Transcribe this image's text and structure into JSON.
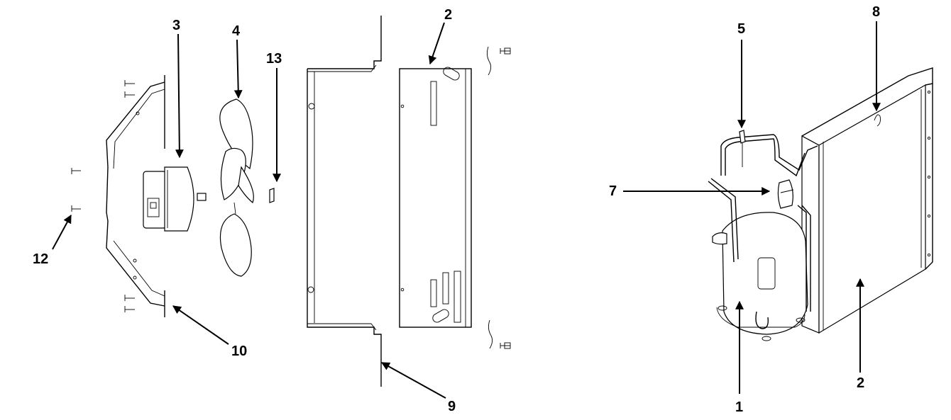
{
  "callouts": [
    {
      "id": "c1",
      "label": "1"
    },
    {
      "id": "c2a",
      "label": "2"
    },
    {
      "id": "c2b",
      "label": "2"
    },
    {
      "id": "c3",
      "label": "3"
    },
    {
      "id": "c4",
      "label": "4"
    },
    {
      "id": "c5",
      "label": "5"
    },
    {
      "id": "c7",
      "label": "7"
    },
    {
      "id": "c8",
      "label": "8"
    },
    {
      "id": "c9",
      "label": "9"
    },
    {
      "id": "c10",
      "label": "10"
    },
    {
      "id": "c12",
      "label": "12"
    },
    {
      "id": "c13",
      "label": "13"
    }
  ],
  "parts": {
    "compressor": "compressor",
    "condenser_coil": "condenser-coil",
    "fan_motor": "fan-motor",
    "fan_blade": "fan-blade",
    "fan_shroud": "fan-shroud",
    "partition_panel": "partition-panel",
    "filter_drier": "filter-drier",
    "service_valve": "service-valve"
  }
}
